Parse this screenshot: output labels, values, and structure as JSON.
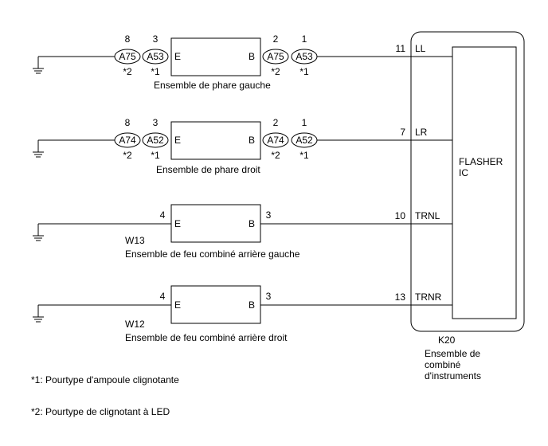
{
  "left_headlight": {
    "pins_left": [
      "8",
      "3"
    ],
    "pins_right": [
      "2",
      "1"
    ],
    "conn_left": [
      "A75",
      "A53"
    ],
    "conn_right": [
      "A75",
      "A53"
    ],
    "notes_left": [
      "*2",
      "*1"
    ],
    "notes_right": [
      "*2",
      "*1"
    ],
    "terminal_left": "E",
    "terminal_right": "B",
    "caption": "Ensemble de phare gauche"
  },
  "right_headlight": {
    "pins_left": [
      "8",
      "3"
    ],
    "pins_right": [
      "2",
      "1"
    ],
    "conn_left": [
      "A74",
      "A52"
    ],
    "conn_right": [
      "A74",
      "A52"
    ],
    "notes_left": [
      "*2",
      "*1"
    ],
    "notes_right": [
      "*2",
      "*1"
    ],
    "terminal_left": "E",
    "terminal_right": "B",
    "caption": "Ensemble de phare droit"
  },
  "rear_left": {
    "pin_left": "4",
    "pin_right": "3",
    "terminal_left": "E",
    "terminal_right": "B",
    "code": "W13",
    "caption": "Ensemble de feu combiné arrière gauche"
  },
  "rear_right": {
    "pin_left": "4",
    "pin_right": "3",
    "terminal_left": "E",
    "terminal_right": "B",
    "code": "W12",
    "caption": "Ensemble de feu combiné arrière droit"
  },
  "meter": {
    "pins": [
      {
        "num": "11",
        "label": "LL"
      },
      {
        "num": "7",
        "label": "LR"
      },
      {
        "num": "10",
        "label": "TRNL"
      },
      {
        "num": "13",
        "label": "TRNR"
      }
    ],
    "ic_label": [
      "FLASHER",
      "IC"
    ],
    "code": "K20",
    "caption": [
      "Ensemble de",
      "combiné",
      "d'instruments"
    ]
  },
  "footnotes": [
    "*1: Pourtype d'ampoule clignotante",
    "*2: Pourtype de clignotant à LED"
  ]
}
